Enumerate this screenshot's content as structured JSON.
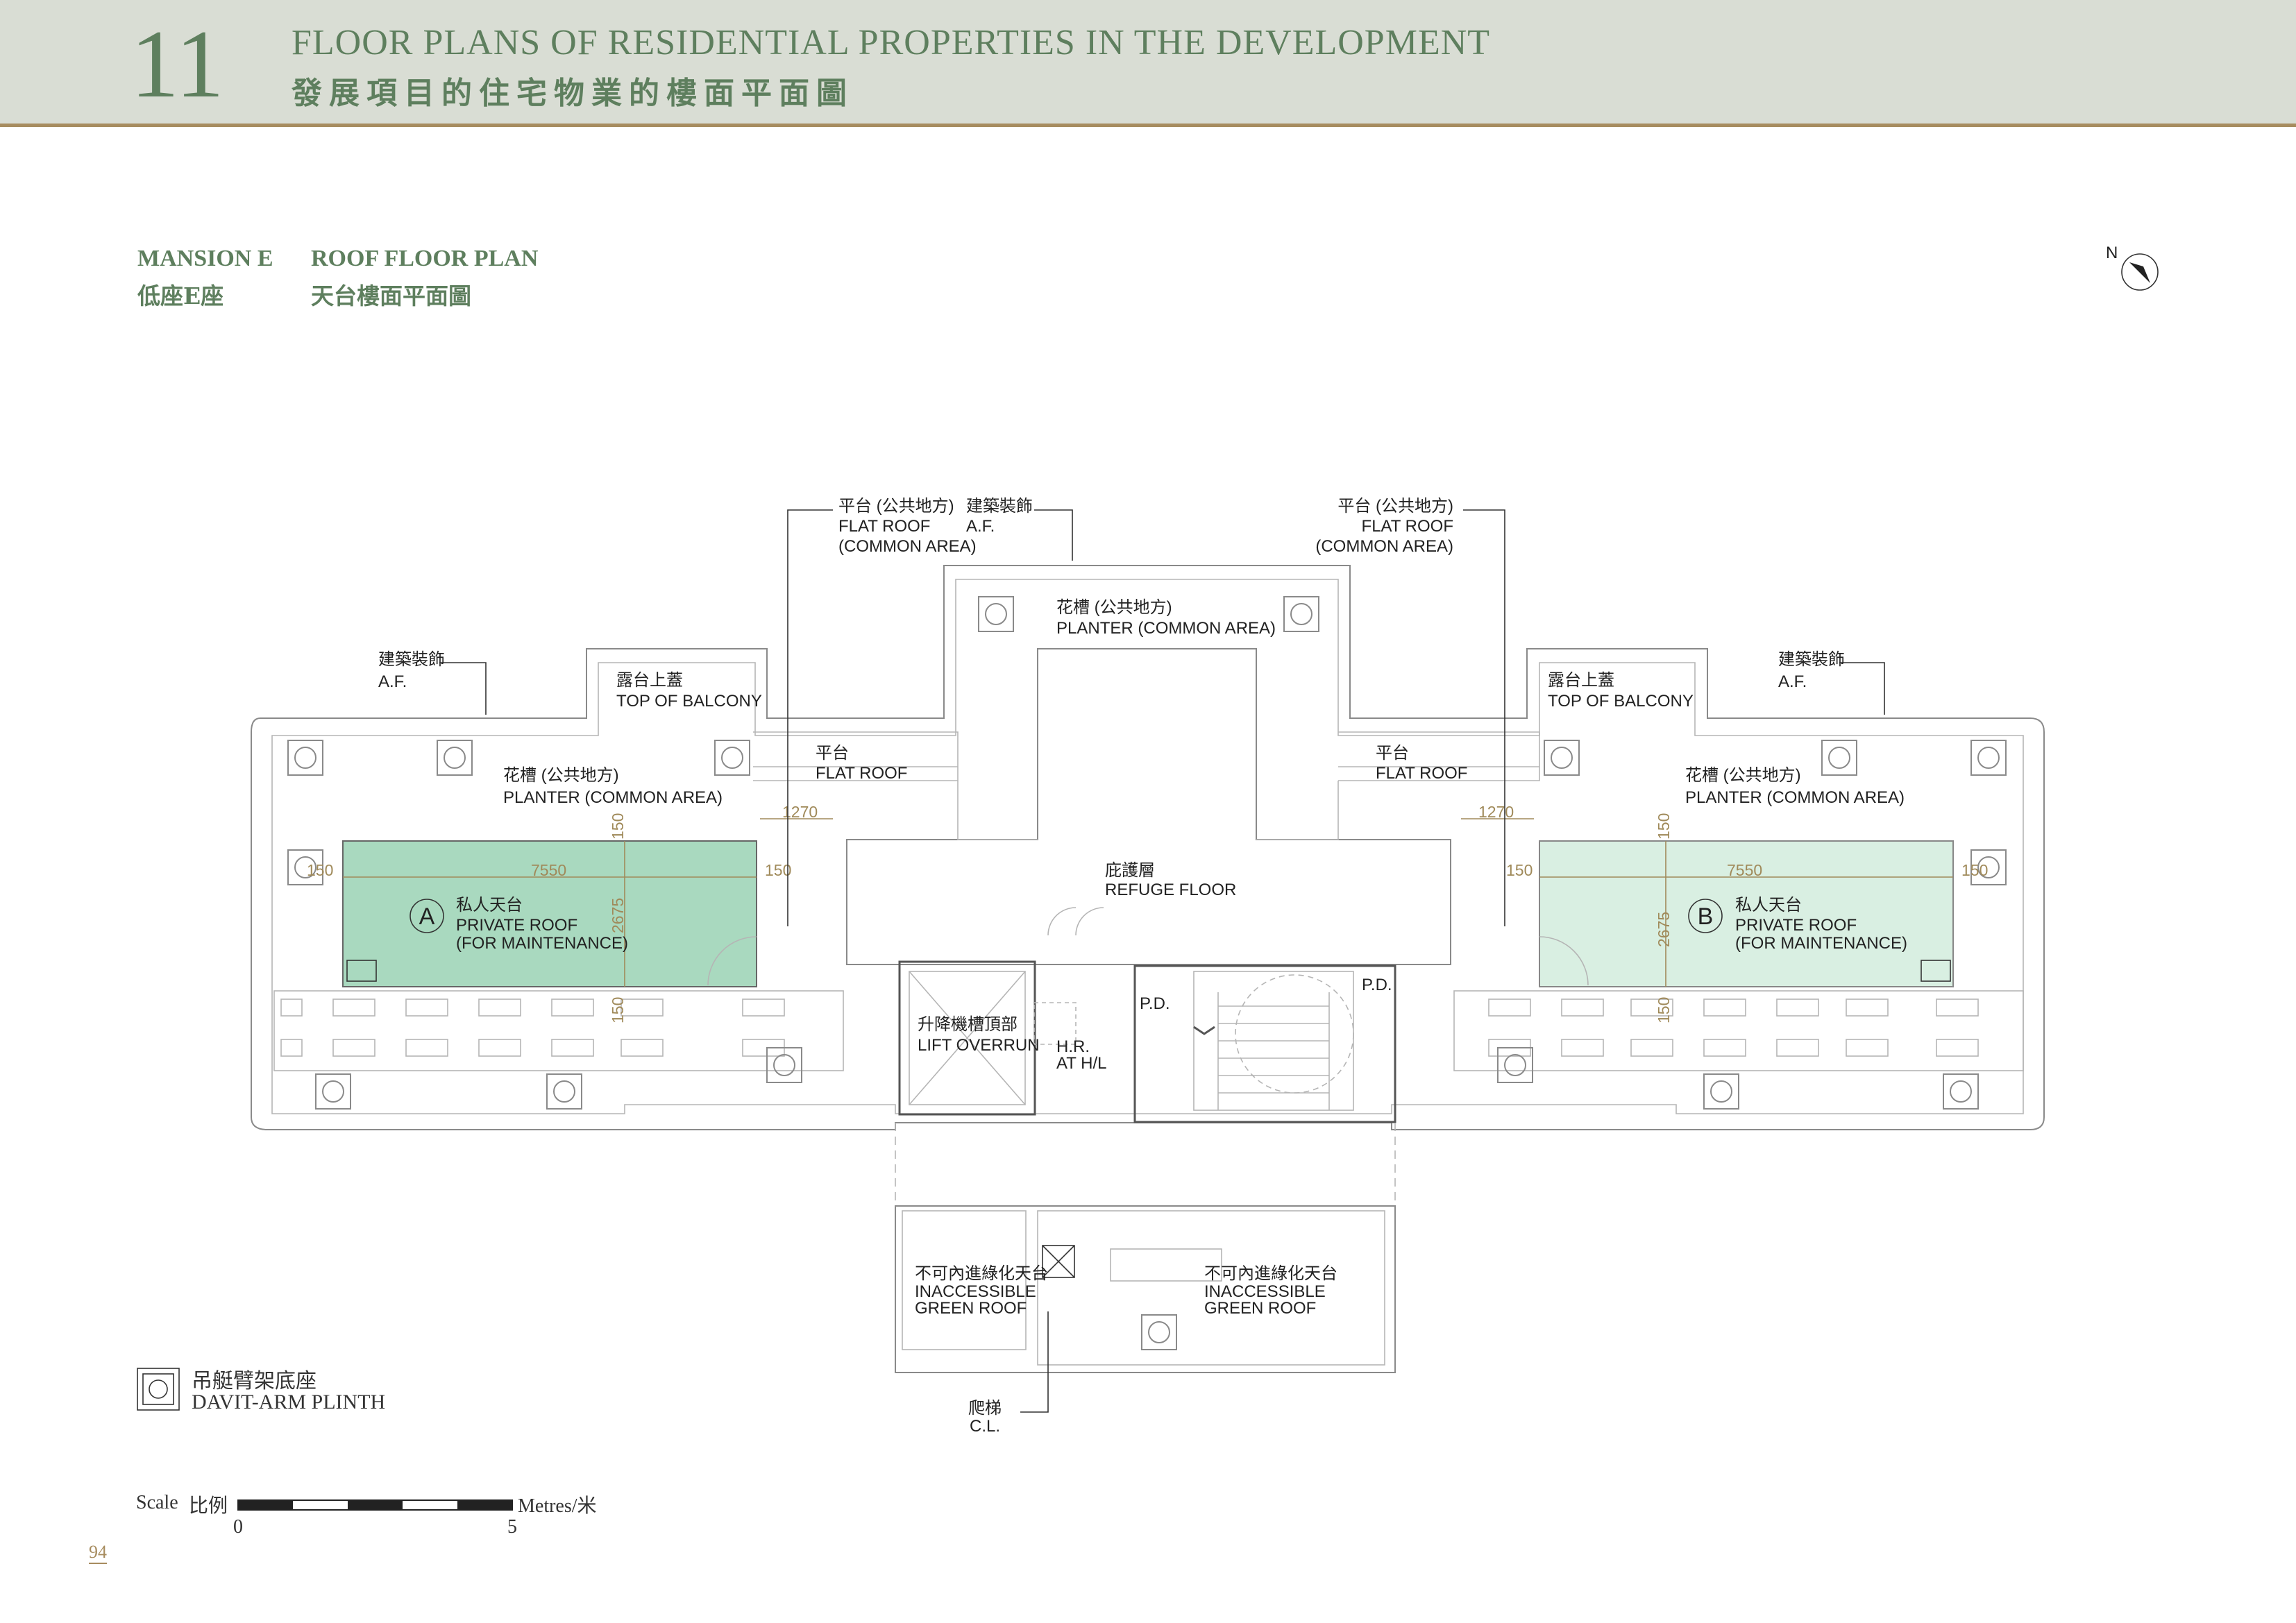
{
  "header": {
    "chapter_number": "11",
    "title_en": "FLOOR PLANS OF RESIDENTIAL PROPERTIES IN THE DEVELOPMENT",
    "title_zh": "發展項目的住宅物業的樓面平面圖"
  },
  "plan": {
    "mansion_en": "MANSION E",
    "mansion_zh": "低座E座",
    "floor_en": "ROOF FLOOR PLAN",
    "floor_zh": "天台樓面平面圖",
    "north": "N"
  },
  "labels": {
    "flat_roof_common_zh": "平台 (公共地方)",
    "flat_roof_en": "FLAT ROOF",
    "common_area_en": "(COMMON AREA)",
    "af_zh": "建築裝飾",
    "af_en": "A.F.",
    "planter_common_zh": "花槽 (公共地方)",
    "planter_common_en": "PLANTER (COMMON AREA)",
    "top_balcony_zh": "露台上蓋",
    "top_balcony_en": "TOP OF BALCONY",
    "flat_roof_zh": "平台",
    "refuge_zh": "庇護層",
    "refuge_en": "REFUGE FLOOR",
    "private_roof_zh": "私人天台",
    "private_roof_en": "PRIVATE ROOF",
    "for_maintenance_en": "(FOR MAINTENANCE)",
    "flat_a": "A",
    "flat_b": "B",
    "lift_zh": "升降機槽頂部",
    "lift_en": "LIFT OVERRUN",
    "hr": "H.R.",
    "at_hl": "AT H/L",
    "pd": "P.D.",
    "green_roof_zh": "不可內進綠化天台",
    "green_roof_en1": "INACCESSIBLE",
    "green_roof_en2": "GREEN ROOF",
    "cl_zh": "爬梯",
    "cl_en": "C.L."
  },
  "dimensions": {
    "d1270": "1270",
    "d7550": "7550",
    "d150": "150",
    "d2675": "2675"
  },
  "legend": {
    "zh": "吊艇臂架底座",
    "en": "DAVIT-ARM PLINTH"
  },
  "scale": {
    "label_en": "Scale",
    "label_zh": "比例",
    "unit": "Metres/米",
    "start": "0",
    "end": "5"
  },
  "page_number": "94",
  "colors": {
    "header_bg": "#d9ddd4",
    "accent_green": "#5e7f5e",
    "gold": "#a78c5f",
    "roof_a": "#a9d9bf",
    "roof_b": "#d9efe2"
  }
}
